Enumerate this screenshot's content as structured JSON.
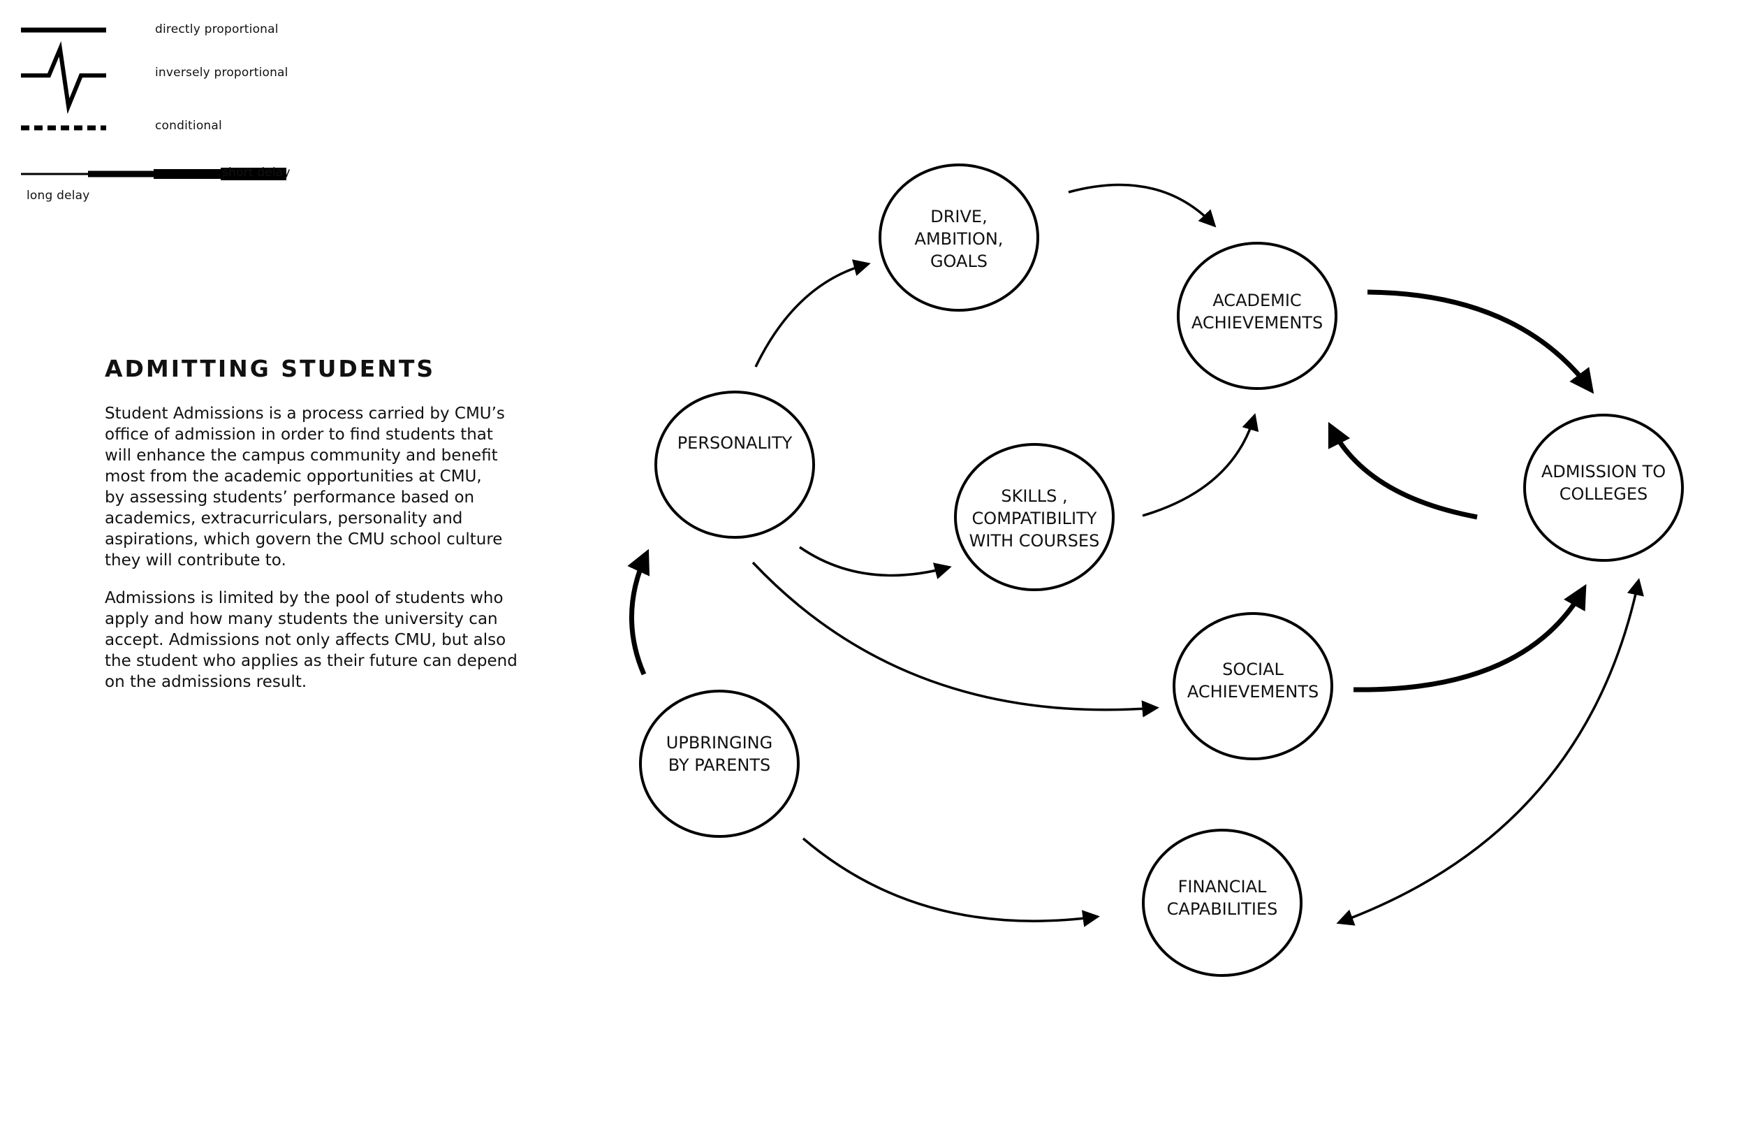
{
  "legend": {
    "directly": "directly proportional",
    "inversely": "inversely proportional",
    "conditional": "conditional",
    "short_delay": "short delay",
    "long_delay": "long delay"
  },
  "info": {
    "title": "ADMITTING STUDENTS",
    "paragraph1": "Student Admissions is a process carried by CMU’s\noffice of admission in order to find students that\nwill enhance the campus community and benefit\nmost from the academic opportunities at CMU,\nby assessing students’ performance based on\nacademics, extracurriculars, personality and\naspirations, which govern the CMU school culture\nthey will contribute to.",
    "paragraph2": "Admissions is limited by the pool of students who\napply and how many students the university can\naccept. Admissions not only affects CMU, but also\nthe student who applies as their future can depend\non the admissions result."
  },
  "nodes": {
    "drive": [
      "DRIVE,",
      "AMBITION,",
      "GOALS"
    ],
    "academic": [
      "ACADEMIC",
      "ACHIEVEMENTS"
    ],
    "personality": [
      "PERSONALITY"
    ],
    "skills": [
      "SKILLS ,",
      "COMPATIBILITY",
      "WITH COURSES"
    ],
    "admission": [
      "ADMISSION TO",
      "COLLEGES"
    ],
    "social": [
      "SOCIAL",
      "ACHIEVEMENTS"
    ],
    "upbringing": [
      "UPBRINGING",
      "BY PARENTS"
    ],
    "financial": [
      "FINANCIAL",
      "CAPABILITIES"
    ]
  }
}
